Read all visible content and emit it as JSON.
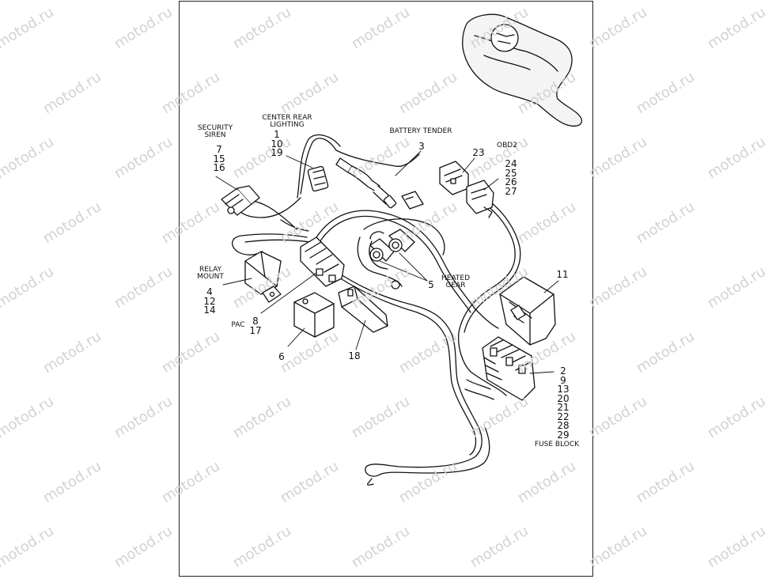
{
  "watermark": "motod.ru",
  "labels": {
    "security_siren": "SECURITY\nSIREN",
    "center_rear_lighting": "CENTER REAR\nLIGHTING",
    "battery_tender": "BATTERY TENDER",
    "obd2": "OBD2",
    "relay_mount": "RELAY\nMOUNT",
    "pac": "PAC",
    "heated_gear": "HEATED\nGEAR",
    "fuse_block": "FUSE BLOCK"
  },
  "callouts": {
    "security_siren": [
      "7",
      "15",
      "16"
    ],
    "center_rear_lighting": [
      "1",
      "10",
      "19"
    ],
    "battery_tender": "3",
    "item_23": "23",
    "obd2": [
      "24",
      "25",
      "26",
      "27"
    ],
    "relay_mount": [
      "4",
      "12",
      "14"
    ],
    "pac": [
      "8",
      "17"
    ],
    "item_6": "6",
    "item_18": "18",
    "heated_gear": "5",
    "item_11": "11",
    "fuse_block": [
      "2",
      "9",
      "13",
      "20",
      "21",
      "22",
      "28",
      "29"
    ]
  }
}
